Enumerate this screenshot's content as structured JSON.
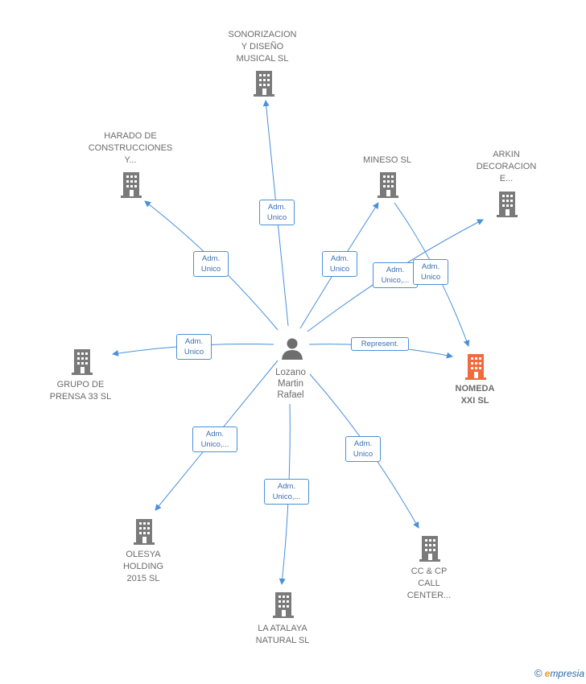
{
  "center": {
    "label": "Lozano\nMartin\nRafael",
    "icon": "person-icon"
  },
  "colors": {
    "edge": "#4a90d9",
    "building": "#7a7a7a",
    "highlight": "#f26a3c"
  },
  "nodes": [
    {
      "id": "sonorizacion",
      "label": "SONORIZACION\nY DISEÑO\nMUSICAL SL",
      "highlight": false
    },
    {
      "id": "harado",
      "label": "HARADO DE\nCONSTRUCCIONES\nY...",
      "highlight": false
    },
    {
      "id": "mineso",
      "label": "MINESO  SL",
      "highlight": false
    },
    {
      "id": "arkin",
      "label": "ARKIN\nDECORACION\nE...",
      "highlight": false
    },
    {
      "id": "grupo",
      "label": "GRUPO DE\nPRENSA 33 SL",
      "highlight": false
    },
    {
      "id": "nomeda",
      "label": "NOMEDA\nXXI  SL",
      "highlight": true
    },
    {
      "id": "olesya",
      "label": "OLESYA\nHOLDING\n2015  SL",
      "highlight": false
    },
    {
      "id": "atalaya",
      "label": "LA ATALAYA\nNATURAL  SL",
      "highlight": false
    },
    {
      "id": "cccp",
      "label": "CC & CP\nCALL\nCENTER...",
      "highlight": false
    }
  ],
  "relations": [
    {
      "id": "r-sonorizacion",
      "label": "Adm.\nUnico"
    },
    {
      "id": "r-harado",
      "label": "Adm.\nUnico"
    },
    {
      "id": "r-mineso",
      "label": "Adm.\nUnico"
    },
    {
      "id": "r-arkin",
      "label": "Adm.\nUnico,..."
    },
    {
      "id": "r-mineso-nomeda",
      "label": "Adm.\nUnico"
    },
    {
      "id": "r-grupo",
      "label": "Adm.\nUnico"
    },
    {
      "id": "r-nomeda",
      "label": "Represent."
    },
    {
      "id": "r-olesya",
      "label": "Adm.\nUnico,..."
    },
    {
      "id": "r-atalaya",
      "label": "Adm.\nUnico,..."
    },
    {
      "id": "r-cccp",
      "label": "Adm.\nUnico"
    }
  ],
  "footer": {
    "copyright": "©",
    "brand_initial": "e",
    "brand_rest": "mpresia"
  }
}
